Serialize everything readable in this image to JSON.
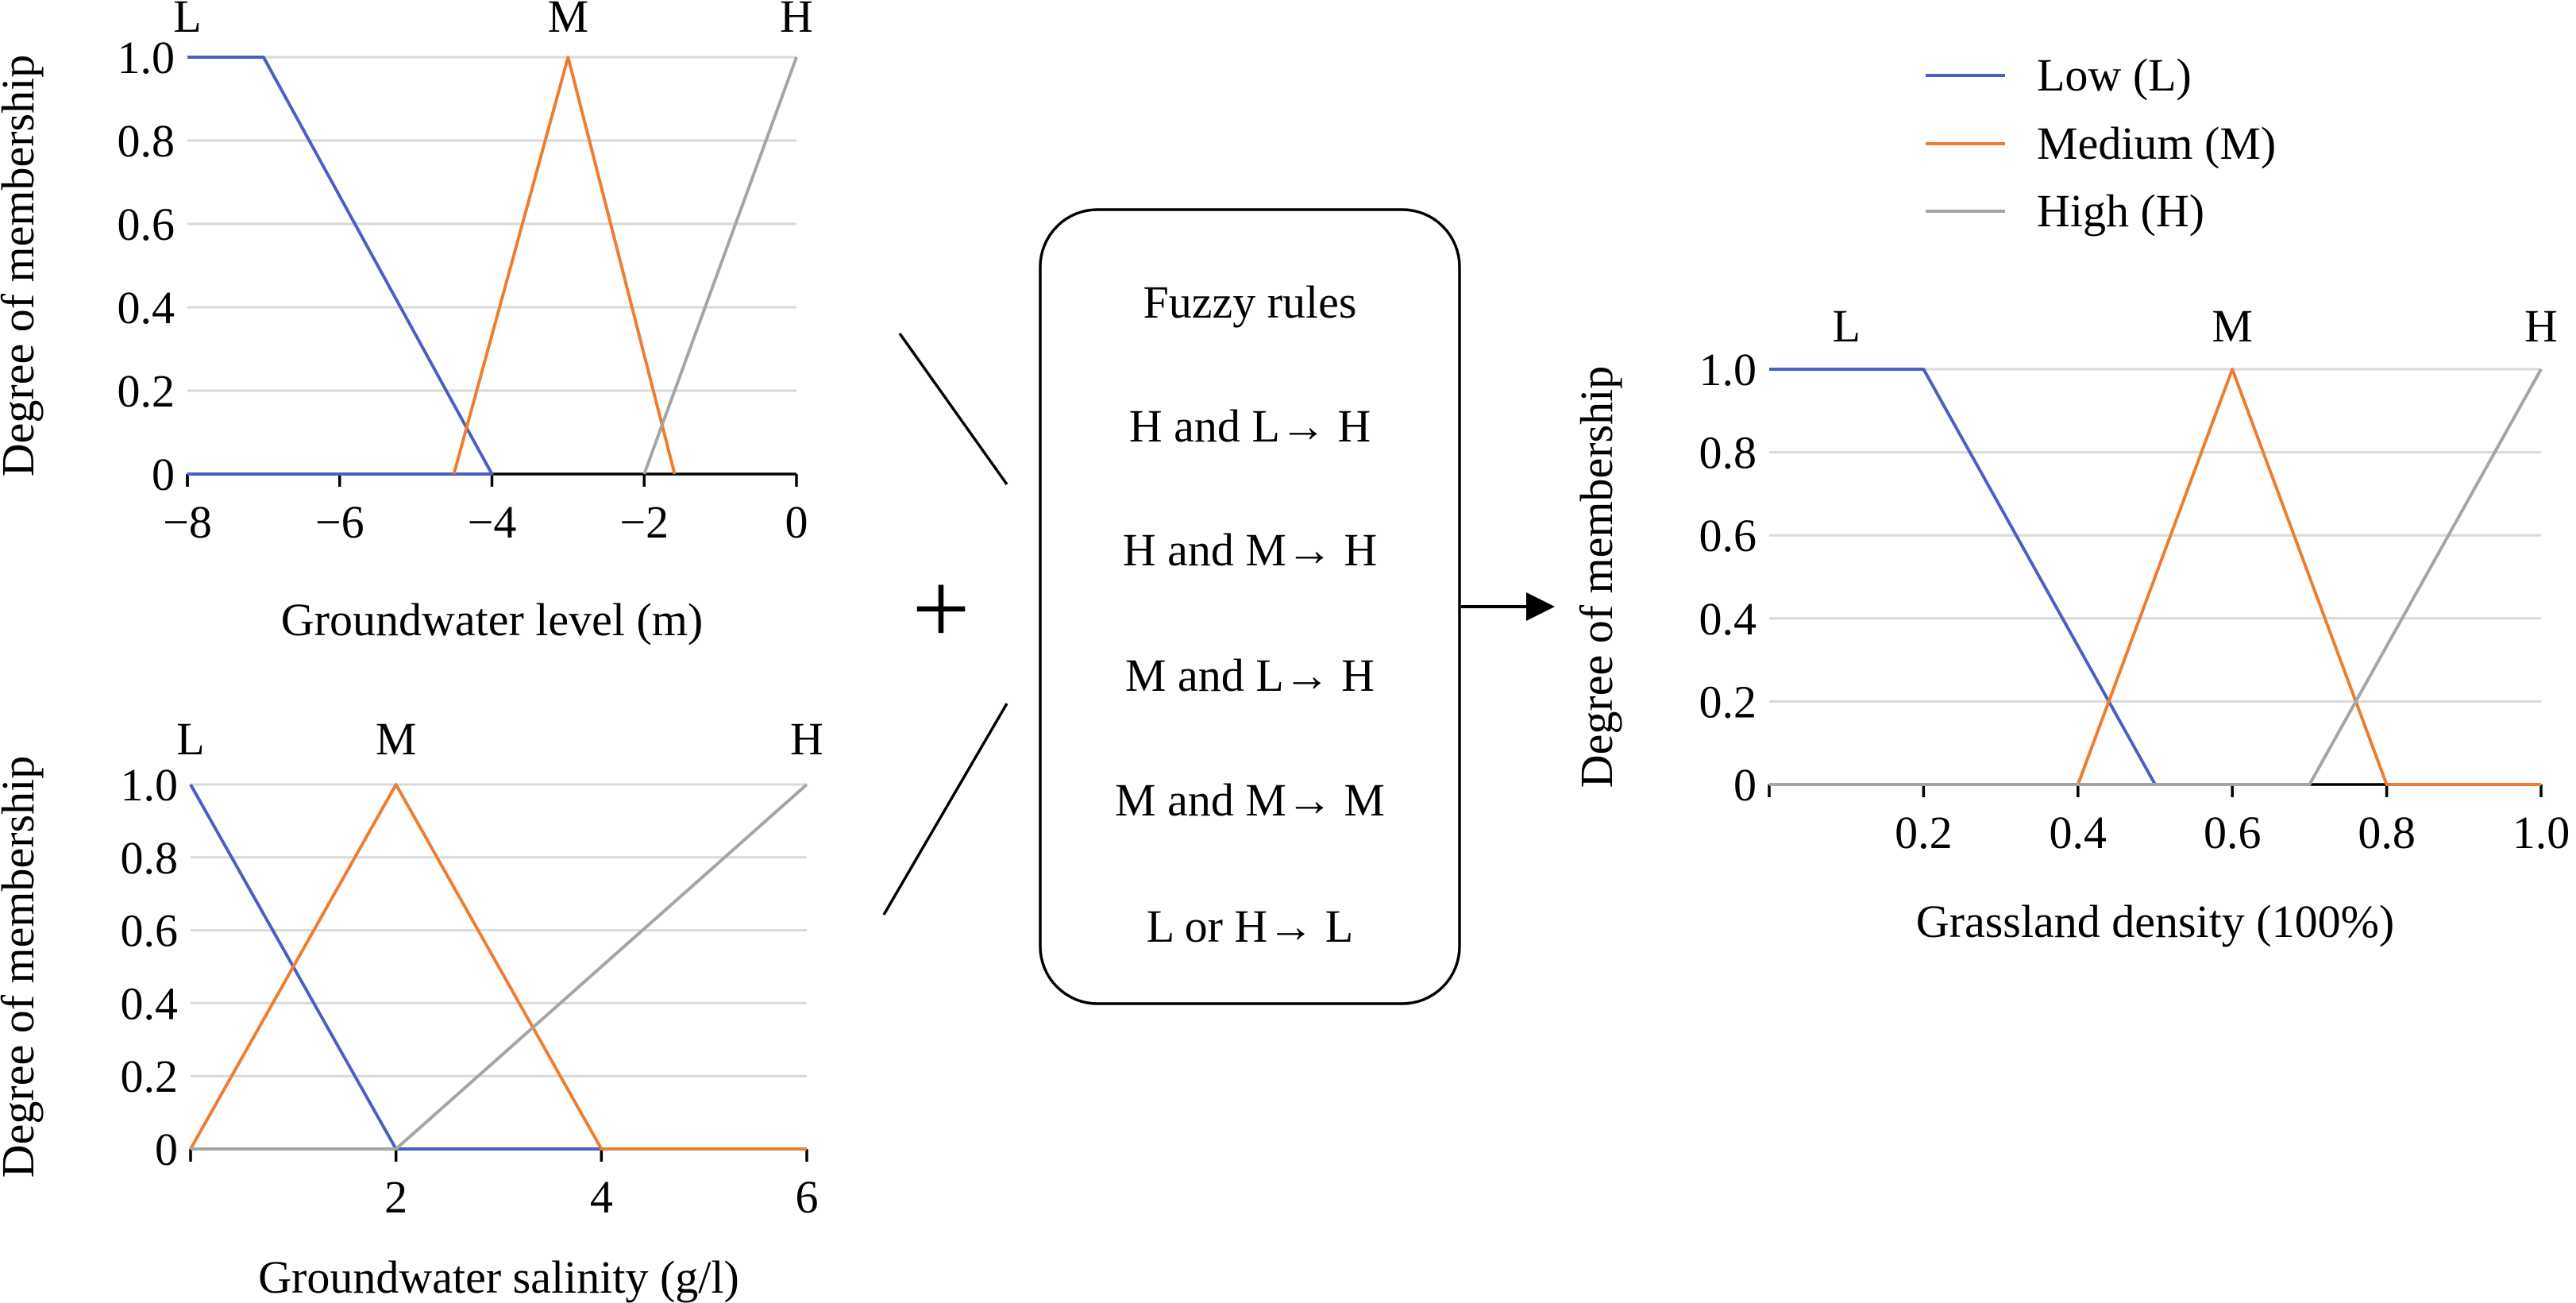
{
  "colors": {
    "low": "#4a5fc1",
    "medium": "#ed7d31",
    "high": "#a5a5a5",
    "grid": "#d9d9d9",
    "ink": "#000000"
  },
  "legend": {
    "placement": "top-right",
    "items": [
      {
        "key": "low",
        "label": "Low (L)"
      },
      {
        "key": "medium",
        "label": "Medium (M)"
      },
      {
        "key": "high",
        "label": "High (H)"
      }
    ]
  },
  "rules": {
    "title": "Fuzzy rules",
    "items": [
      "H and L→ H",
      "H and M→ H",
      "M and L→ H",
      "M and M→ M",
      "L or H→ L"
    ]
  },
  "operator": "+",
  "chart_data": [
    {
      "id": "gwl",
      "type": "line",
      "xlabel": "Groundwater level (m)",
      "ylabel": "Degree of membership",
      "xlim": [
        -8,
        0
      ],
      "ylim": [
        0,
        1
      ],
      "grid": true,
      "xticks": [
        {
          "v": -8,
          "label": "−8"
        },
        {
          "v": -6,
          "label": "−6"
        },
        {
          "v": -4,
          "label": "−4"
        },
        {
          "v": -2,
          "label": "−2"
        },
        {
          "v": 0,
          "label": "0"
        }
      ],
      "yticks": [
        {
          "v": 0,
          "label": "0"
        },
        {
          "v": 0.2,
          "label": "0.2"
        },
        {
          "v": 0.4,
          "label": "0.4"
        },
        {
          "v": 0.6,
          "label": "0.6"
        },
        {
          "v": 0.8,
          "label": "0.8"
        },
        {
          "v": 1,
          "label": "1.0"
        }
      ],
      "mf_labels": [
        {
          "label": "L",
          "x": -8
        },
        {
          "label": "M",
          "x": -3
        },
        {
          "label": "H",
          "x": 0
        }
      ],
      "series": [
        {
          "key": "low",
          "points": [
            [
              -8,
              1
            ],
            [
              -7,
              1
            ],
            [
              -4,
              0
            ],
            [
              -8,
              0
            ]
          ]
        },
        {
          "key": "medium",
          "points": [
            [
              -4.5,
              0
            ],
            [
              -3,
              1
            ],
            [
              -1.6,
              0
            ]
          ]
        },
        {
          "key": "high",
          "points": [
            [
              -2,
              0
            ],
            [
              0,
              1
            ]
          ]
        }
      ]
    },
    {
      "id": "gws",
      "type": "line",
      "xlabel": "Groundwater salinity (g/l)",
      "ylabel": "Degree of membership",
      "xlim": [
        0,
        6
      ],
      "ylim": [
        0,
        1
      ],
      "grid": true,
      "xticks": [
        {
          "v": 2,
          "label": "2"
        },
        {
          "v": 4,
          "label": "4"
        },
        {
          "v": 6,
          "label": "6"
        }
      ],
      "yticks": [
        {
          "v": 0,
          "label": "0"
        },
        {
          "v": 0.2,
          "label": "0.2"
        },
        {
          "v": 0.4,
          "label": "0.4"
        },
        {
          "v": 0.6,
          "label": "0.6"
        },
        {
          "v": 0.8,
          "label": "0.8"
        },
        {
          "v": 1,
          "label": "1.0"
        }
      ],
      "mf_labels": [
        {
          "label": "L",
          "x": 0
        },
        {
          "label": "M",
          "x": 2
        },
        {
          "label": "H",
          "x": 6
        }
      ],
      "series": [
        {
          "key": "low",
          "points": [
            [
              0,
              1
            ],
            [
              2,
              0
            ],
            [
              4,
              0
            ]
          ]
        },
        {
          "key": "medium",
          "points": [
            [
              0,
              0
            ],
            [
              2,
              1
            ],
            [
              4,
              0
            ],
            [
              6,
              0
            ]
          ]
        },
        {
          "key": "high",
          "points": [
            [
              0,
              0
            ],
            [
              2,
              0
            ],
            [
              6,
              1
            ]
          ]
        }
      ]
    },
    {
      "id": "gd",
      "type": "line",
      "xlabel": "Grassland density (100%)",
      "ylabel": "Degree of membership",
      "xlim": [
        0,
        1
      ],
      "ylim": [
        0,
        1
      ],
      "grid": true,
      "xticks": [
        {
          "v": 0.2,
          "label": "0.2"
        },
        {
          "v": 0.4,
          "label": "0.4"
        },
        {
          "v": 0.6,
          "label": "0.6"
        },
        {
          "v": 0.8,
          "label": "0.8"
        },
        {
          "v": 1,
          "label": "1.0"
        }
      ],
      "yticks": [
        {
          "v": 0,
          "label": "0"
        },
        {
          "v": 0.2,
          "label": "0.2"
        },
        {
          "v": 0.4,
          "label": "0.4"
        },
        {
          "v": 0.6,
          "label": "0.6"
        },
        {
          "v": 0.8,
          "label": "0.8"
        },
        {
          "v": 1,
          "label": "1.0"
        }
      ],
      "mf_labels": [
        {
          "label": "L",
          "x": 0.1
        },
        {
          "label": "M",
          "x": 0.6
        },
        {
          "label": "H",
          "x": 1
        }
      ],
      "series": [
        {
          "key": "low",
          "points": [
            [
              0,
              1
            ],
            [
              0.2,
              1
            ],
            [
              0.5,
              0
            ],
            [
              0.7,
              0
            ]
          ]
        },
        {
          "key": "medium",
          "points": [
            [
              0.4,
              0
            ],
            [
              0.6,
              1
            ],
            [
              0.8,
              0
            ],
            [
              1,
              0
            ]
          ]
        },
        {
          "key": "high",
          "points": [
            [
              0,
              0
            ],
            [
              0.7,
              0
            ],
            [
              1,
              1
            ]
          ]
        }
      ]
    }
  ]
}
